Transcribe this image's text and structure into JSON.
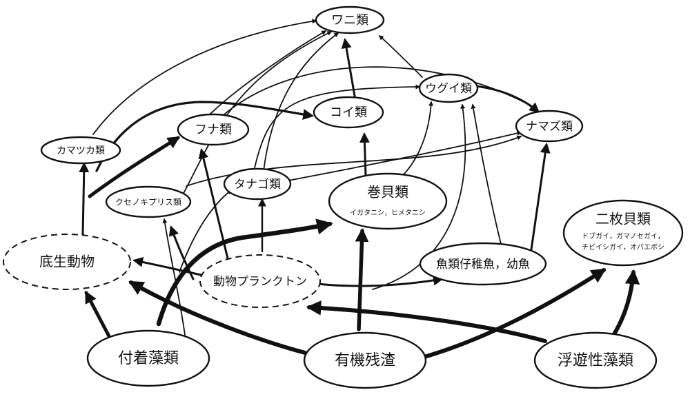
{
  "nodes": {
    "wani": {
      "label": "ワニ類"
    },
    "ugui": {
      "label": "ウグイ類"
    },
    "koi": {
      "label": "コイ類"
    },
    "namazu": {
      "label": "ナマズ類"
    },
    "funa": {
      "label": "フナ類"
    },
    "kamatsuka": {
      "label": "カマツカ類"
    },
    "tanago": {
      "label": "タナゴ類"
    },
    "kuseno": {
      "label": "クセノキプリス類"
    },
    "makigai": {
      "label": "巻貝類",
      "sublabel": "イガタニシ，ヒメタニシ"
    },
    "nimaigai": {
      "label": "二枚貝類",
      "sublabel1": "ドブガイ，ガマノセガイ，",
      "sublabel2": "チビイシガイ，オバエボシ"
    },
    "teisei": {
      "label": "底生動物"
    },
    "doubutsu": {
      "label": "動物プランクトン"
    },
    "gyorui": {
      "label": "魚類仔稚魚，幼魚"
    },
    "fuchaku": {
      "label": "付着藻類"
    },
    "yuuki": {
      "label": "有機残渣"
    },
    "fuyuu": {
      "label": "浮遊性藻類"
    }
  },
  "colors": {
    "ink": "#111111",
    "background": "#ffffff"
  }
}
